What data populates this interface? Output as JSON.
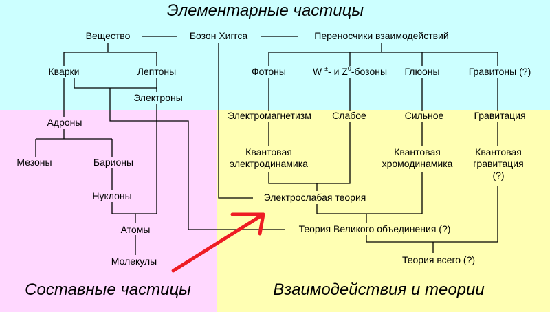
{
  "colors": {
    "top": "#ccffff",
    "left": "#ffd8ff",
    "right": "#ffffb3",
    "line": "#000000",
    "arrow": "#ee1c24"
  },
  "sections": {
    "top": "Элементарные частицы",
    "left": "Составные частицы",
    "right": "Взаимодействия и теории"
  },
  "nodes": {
    "matter": "Вещество",
    "higgs": "Бозон Хиггса",
    "carriers": "Переносчики взаимодействий",
    "quarks": "Кварки",
    "leptons": "Лептоны",
    "electrons": "Электроны",
    "photons": "Фотоны",
    "wz_a": "W",
    "wz_sup1": "±",
    "wz_b": "- и Z",
    "wz_sup2": "0",
    "wz_c": "-бозоны",
    "gluons": "Глюоны",
    "gravitons": "Гравитоны (?)",
    "hadrons": "Адроны",
    "mesons": "Мезоны",
    "baryons": "Барионы",
    "nucleons": "Нуклоны",
    "atoms": "Атомы",
    "molecules": "Молекулы",
    "em": "Электромагнетизм",
    "weak": "Слабое",
    "strong": "Сильное",
    "gravity": "Гравитация",
    "qed_1": "Квантовая",
    "qed_2": "электродинамика",
    "qcd_1": "Квантовая",
    "qcd_2": "хромодинамика",
    "qg_1": "Квантовая",
    "qg_2": "гравитация",
    "qg_3": "(?)",
    "electroweak": "Электрослабая теория",
    "gut": "Теория Великого объединения (?)",
    "toe": "Теория всего (?)"
  }
}
